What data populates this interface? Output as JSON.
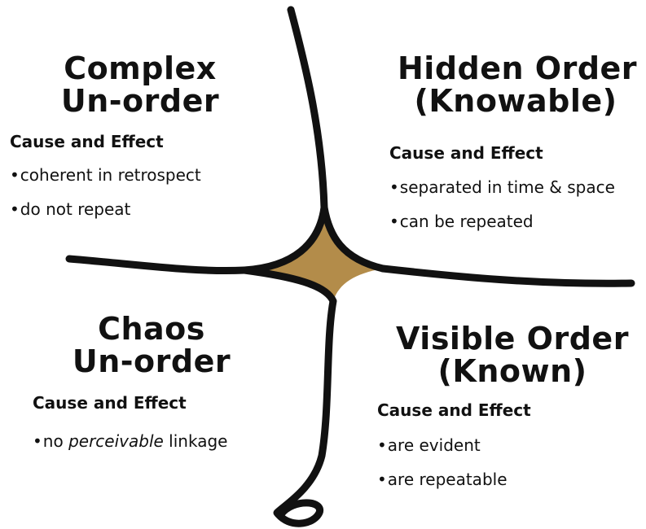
{
  "quadrants": {
    "complex": {
      "title": [
        "Complex",
        "Un-order"
      ],
      "subtitle": "Cause and Effect",
      "bullets": [
        {
          "text": "coherent in retrospect"
        },
        {
          "text": "do not repeat"
        }
      ]
    },
    "hidden": {
      "title": [
        "Hidden Order",
        "(Knowable)"
      ],
      "subtitle": "Cause and Effect",
      "bullets": [
        {
          "text": "separated in time & space"
        },
        {
          "text": "can be repeated"
        }
      ]
    },
    "chaos": {
      "title": [
        "Chaos",
        "Un-order"
      ],
      "subtitle": "Cause and Effect",
      "bullets": [
        {
          "pre": "no ",
          "em": "perceivable",
          "post": " linkage"
        }
      ]
    },
    "visible": {
      "title": [
        "Visible Order",
        "(Known)"
      ],
      "subtitle": "Cause and Effect",
      "bullets": [
        {
          "text": "are evident"
        },
        {
          "text": "are repeatable"
        }
      ]
    }
  },
  "bullet_char": "•",
  "colors": {
    "line": "#111111",
    "center_fill": "#b38c4a",
    "text": "#111111"
  }
}
